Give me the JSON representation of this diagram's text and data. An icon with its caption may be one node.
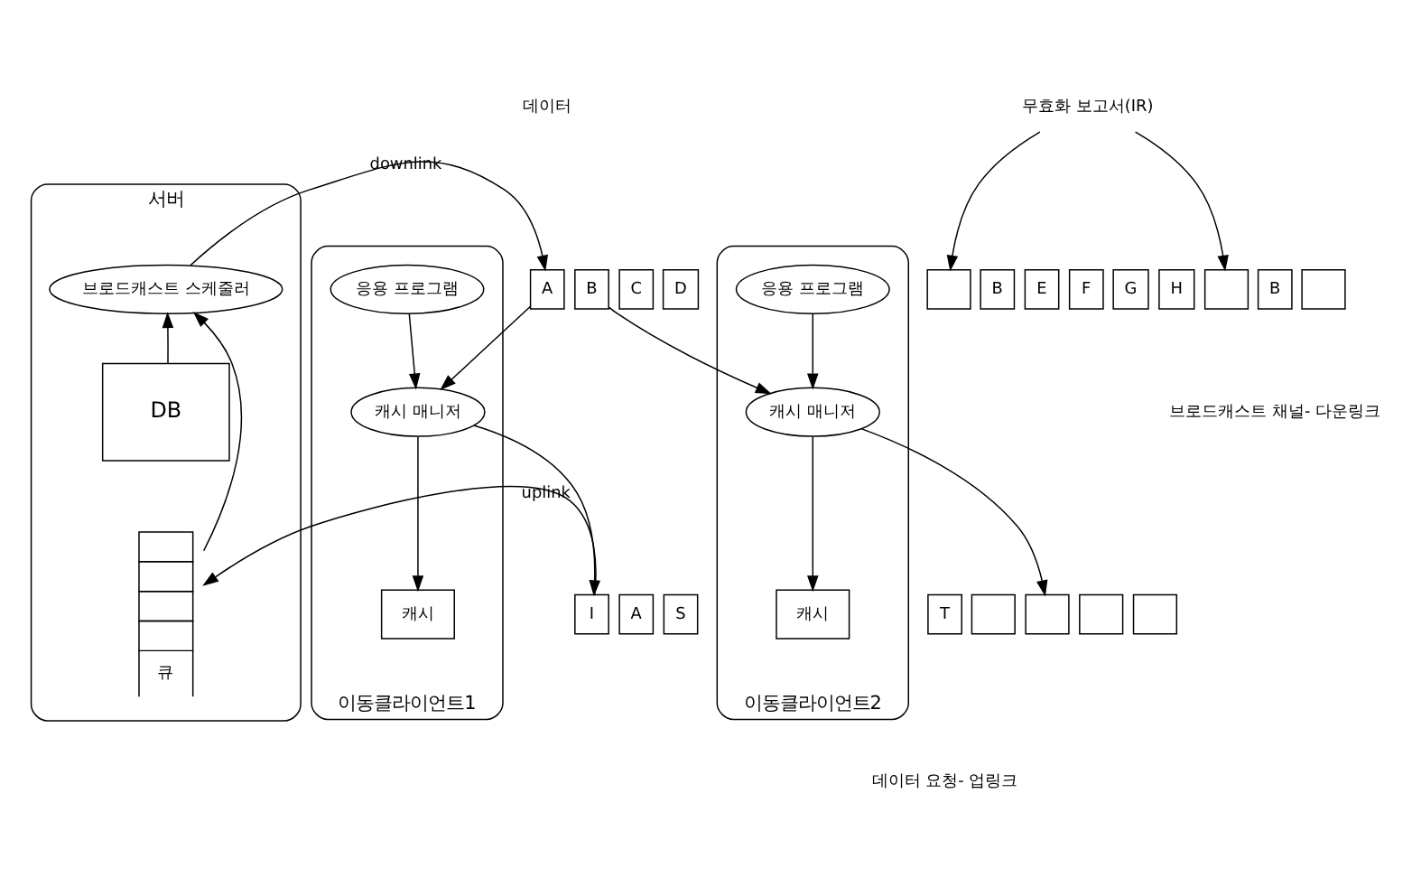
{
  "diagram": {
    "nodes": [
      {
        "text": [
          "서버"
        ]
      },
      {
        "text": [
          "브로드캐스트 스케줄러"
        ],
        "in": 0
      },
      {
        "text": [
          "DB"
        ],
        "in": 0
      },
      {
        "text": [
          "큐"
        ],
        "in": 0
      },
      {
        "text": [
          "무효화 보고서(IR)"
        ]
      },
      {
        "text": [
          "A"
        ]
      },
      {
        "text": [
          "B"
        ]
      },
      {
        "text": [
          "C"
        ]
      },
      {
        "text": [
          "D"
        ]
      },
      {
        "text": [],
        "shape": "box"
      },
      {
        "text": [
          "B"
        ]
      },
      {
        "text": [
          "E"
        ]
      },
      {
        "text": [
          "F"
        ]
      },
      {
        "text": [
          "G"
        ]
      },
      {
        "text": [
          "H"
        ]
      },
      {
        "text": [],
        "shape": "box"
      },
      {
        "text": [
          "B"
        ]
      },
      {
        "text": [],
        "shape": "box"
      },
      {
        "text": [
          "이동클라이언트1"
        ]
      },
      {
        "text": [
          "응용 프로그램"
        ],
        "in": 18
      },
      {
        "text": [
          "캐시 매니저"
        ],
        "in": 18
      },
      {
        "text": [
          "캐시"
        ],
        "in": 18
      },
      {
        "text": [
          "이동클라이언트2"
        ]
      },
      {
        "text": [
          "응용 프로그램"
        ],
        "in": 22
      },
      {
        "text": [
          "캐시 매니저"
        ],
        "in": 22
      },
      {
        "text": [
          "캐시"
        ],
        "in": 22
      },
      {
        "text": [
          "I"
        ]
      },
      {
        "text": [
          "A"
        ]
      },
      {
        "text": [
          "S"
        ]
      },
      {
        "text": [
          "T"
        ]
      },
      {
        "text": [],
        "shape": "box"
      },
      {
        "text": [],
        "shape": "box"
      },
      {
        "text": [],
        "shape": "box"
      },
      {
        "text": [],
        "shape": "box"
      }
    ],
    "edges": [
      {
        "from": 2,
        "to": 1,
        "arrow": "to"
      },
      {
        "from": 3,
        "to": 1,
        "arrow": "to"
      },
      {
        "from": 1,
        "to": 5,
        "arrow": "to",
        "label": "downlink"
      },
      {
        "from": 4,
        "to": 9,
        "arrow": "to"
      },
      {
        "from": 4,
        "to": 15,
        "arrow": "to"
      },
      {
        "from": 5,
        "to": 20,
        "arrow": "to"
      },
      {
        "from": 6,
        "to": 24,
        "arrow": "to"
      },
      {
        "from": 19,
        "to": 20,
        "arrow": "to"
      },
      {
        "from": 20,
        "to": 21,
        "arrow": "to"
      },
      {
        "from": 23,
        "to": 24,
        "arrow": "to"
      },
      {
        "from": 24,
        "to": 25,
        "arrow": "to"
      },
      {
        "from": 20,
        "to": 26,
        "arrow": "to"
      },
      {
        "from": 24,
        "to": 31,
        "arrow": "to"
      },
      {
        "from": 26,
        "to": 3,
        "arrow": "to",
        "label": "uplink"
      }
    ],
    "labels": [
      "데이터",
      "브로드캐스트 채널- 다운링크",
      "데이터 요청- 업링크"
    ]
  }
}
